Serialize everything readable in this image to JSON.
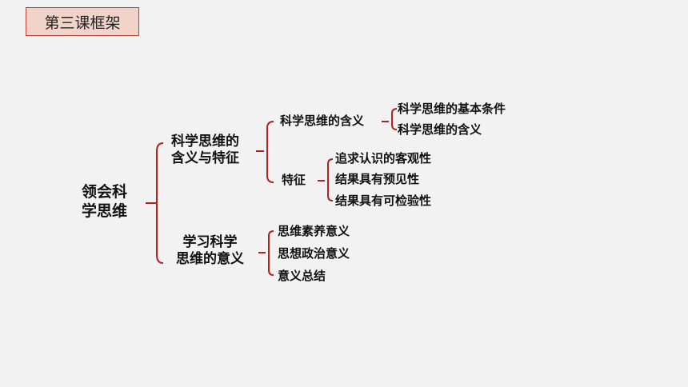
{
  "title": "第三课框架",
  "diagram": {
    "root": {
      "line1": "领会科",
      "line2": "学思维"
    },
    "branch1": {
      "line1": "科学思维的",
      "line2": "含义与特征",
      "sub1": {
        "label": "科学思维的含义",
        "items": [
          "科学思维的基本条件",
          "科学思维的含义"
        ]
      },
      "sub2": {
        "label": "特征",
        "items": [
          "追求认识的客观性",
          "结果具有预见性",
          "结果具有可检验性"
        ]
      }
    },
    "branch2": {
      "line1": "学习科学",
      "line2": "思维的意义",
      "items": [
        "思维素养意义",
        "思想政治意义",
        "意义总结"
      ]
    }
  },
  "colors": {
    "accent": "#b2221e",
    "title_bg": "#f1d3c9",
    "background": "#f2f2f2"
  }
}
